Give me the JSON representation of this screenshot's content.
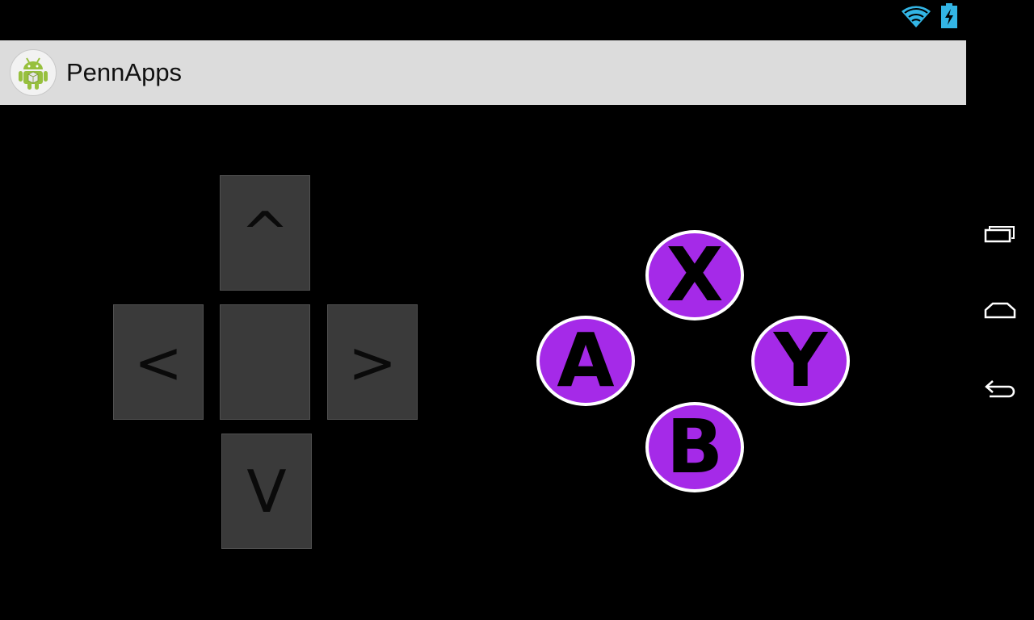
{
  "app": {
    "title": "PennApps"
  },
  "status_bar": {
    "icons": [
      "wifi-icon",
      "battery-charging-icon"
    ],
    "wifi_color": "#33b5e5",
    "battery_color": "#33b5e5"
  },
  "action_bar": {
    "background": "#dcdcdc",
    "icon": "android-robot-icon"
  },
  "dpad": {
    "up_label": "^",
    "left_label": "<",
    "center_label": "",
    "right_label": ">",
    "down_label": "V",
    "key_color": "#3a3a3a"
  },
  "face_buttons": {
    "x_label": "X",
    "a_label": "A",
    "y_label": "Y",
    "b_label": "B",
    "fill_color": "#a52ae8",
    "border_color": "#ffffff"
  },
  "navigation": {
    "icons": [
      "recent-apps-icon",
      "home-icon",
      "back-icon"
    ]
  }
}
